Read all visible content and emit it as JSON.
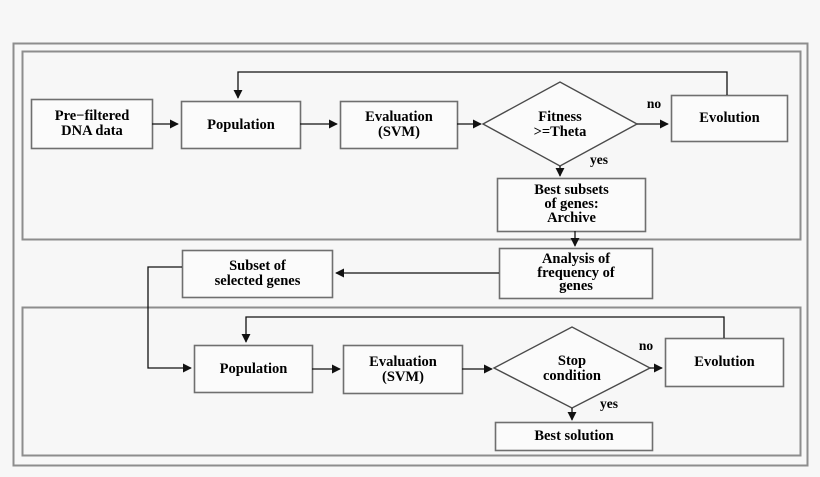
{
  "figure": {
    "type": "flowchart",
    "title": "Two-stage genetic algorithm feature selection flowchart",
    "background_color": "#f7f7f7",
    "line_color": "#222222",
    "frame_color": "#888888",
    "text_color": "#000000"
  },
  "frames": {
    "outer": {
      "label": ""
    },
    "stage1": {
      "label": ""
    },
    "stage2": {
      "label": ""
    }
  },
  "stage1": {
    "prefiltered": {
      "label": "Pre−filtered\nDNA data"
    },
    "population": {
      "label": "Population"
    },
    "evaluation": {
      "label": "Evaluation\n(SVM)"
    },
    "fitness": {
      "label": "Fitness\n>=Theta"
    },
    "evolution": {
      "label": "Evolution"
    },
    "archive": {
      "label": "Best subsets\nof genes:\nArchive"
    },
    "edge_no": {
      "label": "no"
    },
    "edge_yes": {
      "label": "yes"
    }
  },
  "middle": {
    "analysis": {
      "label": "Analysis of\nfrequency of\ngenes"
    },
    "subset": {
      "label": "Subset of\nselected genes"
    }
  },
  "stage2": {
    "population": {
      "label": "Population"
    },
    "evaluation": {
      "label": "Evaluation\n(SVM)"
    },
    "stop": {
      "label": "Stop\ncondition"
    },
    "evolution": {
      "label": "Evolution"
    },
    "best": {
      "label": "Best solution"
    },
    "edge_no": {
      "label": "no"
    },
    "edge_yes": {
      "label": "yes"
    }
  }
}
